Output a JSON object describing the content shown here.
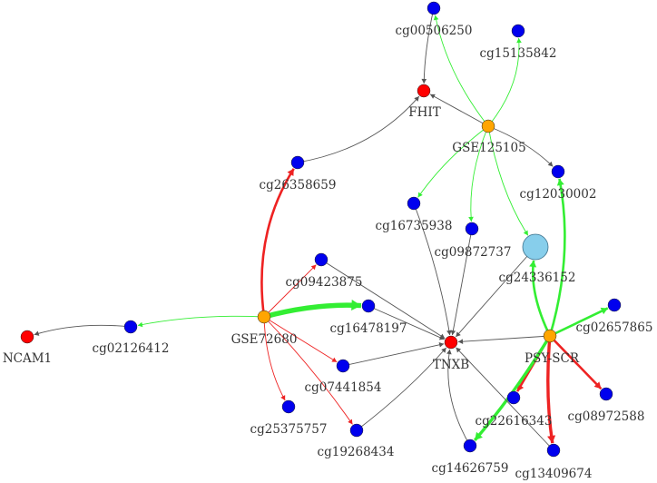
{
  "graph": {
    "nodes": [
      {
        "id": "cg00506250",
        "label": "cg00506250",
        "kind": "cpg"
      },
      {
        "id": "cg15135842",
        "label": "cg15135842",
        "kind": "cpg"
      },
      {
        "id": "FHIT",
        "label": "FHIT",
        "kind": "gene"
      },
      {
        "id": "GSE125105",
        "label": "GSE125105",
        "kind": "dataset"
      },
      {
        "id": "cg26358659",
        "label": "cg26358659",
        "kind": "cpg"
      },
      {
        "id": "cg12030002",
        "label": "cg12030002",
        "kind": "cpg"
      },
      {
        "id": "cg16735938",
        "label": "cg16735938",
        "kind": "cpg"
      },
      {
        "id": "cg09872737",
        "label": "cg09872737",
        "kind": "cpg"
      },
      {
        "id": "cg24336152",
        "label": "cg24336152",
        "kind": "highlight"
      },
      {
        "id": "cg09423875",
        "label": "cg09423875",
        "kind": "cpg"
      },
      {
        "id": "cg16478197",
        "label": "cg16478197",
        "kind": "cpg"
      },
      {
        "id": "GSE72680",
        "label": "GSE72680",
        "kind": "dataset"
      },
      {
        "id": "cg02657865",
        "label": "cg02657865",
        "kind": "cpg"
      },
      {
        "id": "NCAM1",
        "label": "NCAM1",
        "kind": "gene"
      },
      {
        "id": "cg02126412",
        "label": "cg02126412",
        "kind": "cpg"
      },
      {
        "id": "TNXB",
        "label": "TNXB",
        "kind": "gene"
      },
      {
        "id": "PSY-SCR",
        "label": "PSY-SCR",
        "kind": "dataset"
      },
      {
        "id": "cg07441854",
        "label": "cg07441854",
        "kind": "cpg"
      },
      {
        "id": "cg22616343",
        "label": "cg22616343",
        "kind": "cpg"
      },
      {
        "id": "cg08972588",
        "label": "cg08972588",
        "kind": "cpg"
      },
      {
        "id": "cg25375757",
        "label": "cg25375757",
        "kind": "cpg"
      },
      {
        "id": "cg19268434",
        "label": "cg19268434",
        "kind": "cpg"
      },
      {
        "id": "cg14626759",
        "label": "cg14626759",
        "kind": "cpg"
      },
      {
        "id": "cg13409674",
        "label": "cg13409674",
        "kind": "cpg"
      }
    ],
    "edges": [
      {
        "from": "cg00506250",
        "to": "FHIT",
        "color": "gray",
        "weight": 1
      },
      {
        "from": "cg26358659",
        "to": "FHIT",
        "color": "gray",
        "weight": 1
      },
      {
        "from": "GSE125105",
        "to": "FHIT",
        "color": "gray",
        "weight": 1
      },
      {
        "from": "GSE125105",
        "to": "cg00506250",
        "color": "green",
        "weight": 1
      },
      {
        "from": "GSE125105",
        "to": "cg15135842",
        "color": "green",
        "weight": 1
      },
      {
        "from": "GSE125105",
        "to": "cg12030002",
        "color": "gray",
        "weight": 1
      },
      {
        "from": "GSE125105",
        "to": "cg16735938",
        "color": "green",
        "weight": 1
      },
      {
        "from": "GSE125105",
        "to": "cg09872737",
        "color": "green",
        "weight": 1
      },
      {
        "from": "GSE125105",
        "to": "cg24336152",
        "color": "green",
        "weight": 1
      },
      {
        "from": "GSE72680",
        "to": "cg26358659",
        "color": "red",
        "weight": 2
      },
      {
        "from": "GSE72680",
        "to": "cg09423875",
        "color": "red",
        "weight": 1
      },
      {
        "from": "GSE72680",
        "to": "cg16478197",
        "color": "green",
        "weight": 4
      },
      {
        "from": "GSE72680",
        "to": "cg02126412",
        "color": "green",
        "weight": 1
      },
      {
        "from": "GSE72680",
        "to": "cg07441854",
        "color": "red",
        "weight": 1
      },
      {
        "from": "GSE72680",
        "to": "cg25375757",
        "color": "red",
        "weight": 1
      },
      {
        "from": "GSE72680",
        "to": "cg19268434",
        "color": "red",
        "weight": 1
      },
      {
        "from": "cg02126412",
        "to": "NCAM1",
        "color": "gray",
        "weight": 1
      },
      {
        "from": "PSY-SCR",
        "to": "cg12030002",
        "color": "green",
        "weight": 2
      },
      {
        "from": "PSY-SCR",
        "to": "cg24336152",
        "color": "green",
        "weight": 2
      },
      {
        "from": "PSY-SCR",
        "to": "cg02657865",
        "color": "green",
        "weight": 2
      },
      {
        "from": "PSY-SCR",
        "to": "cg22616343",
        "color": "red",
        "weight": 2
      },
      {
        "from": "PSY-SCR",
        "to": "cg08972588",
        "color": "red",
        "weight": 2
      },
      {
        "from": "PSY-SCR",
        "to": "cg14626759",
        "color": "green",
        "weight": 3
      },
      {
        "from": "PSY-SCR",
        "to": "cg13409674",
        "color": "red",
        "weight": 3
      },
      {
        "from": "PSY-SCR",
        "to": "TNXB",
        "color": "gray",
        "weight": 1
      },
      {
        "from": "cg16735938",
        "to": "TNXB",
        "color": "gray",
        "weight": 1
      },
      {
        "from": "cg09872737",
        "to": "TNXB",
        "color": "gray",
        "weight": 1
      },
      {
        "from": "cg24336152",
        "to": "TNXB",
        "color": "gray",
        "weight": 1
      },
      {
        "from": "cg09423875",
        "to": "TNXB",
        "color": "gray",
        "weight": 1
      },
      {
        "from": "cg16478197",
        "to": "TNXB",
        "color": "gray",
        "weight": 1
      },
      {
        "from": "cg07441854",
        "to": "TNXB",
        "color": "gray",
        "weight": 1
      },
      {
        "from": "cg19268434",
        "to": "TNXB",
        "color": "gray",
        "weight": 1
      },
      {
        "from": "cg14626759",
        "to": "TNXB",
        "color": "gray",
        "weight": 1
      },
      {
        "from": "cg13409674",
        "to": "TNXB",
        "color": "gray",
        "weight": 1
      }
    ]
  },
  "colors": {
    "gene": "#ff0000",
    "dataset": "#ffa500",
    "cpg": "#0000ee",
    "highlight": "#87ceeb",
    "edge_gray": "#555555",
    "edge_green": "#33ee33",
    "edge_red": "#ee2222"
  }
}
